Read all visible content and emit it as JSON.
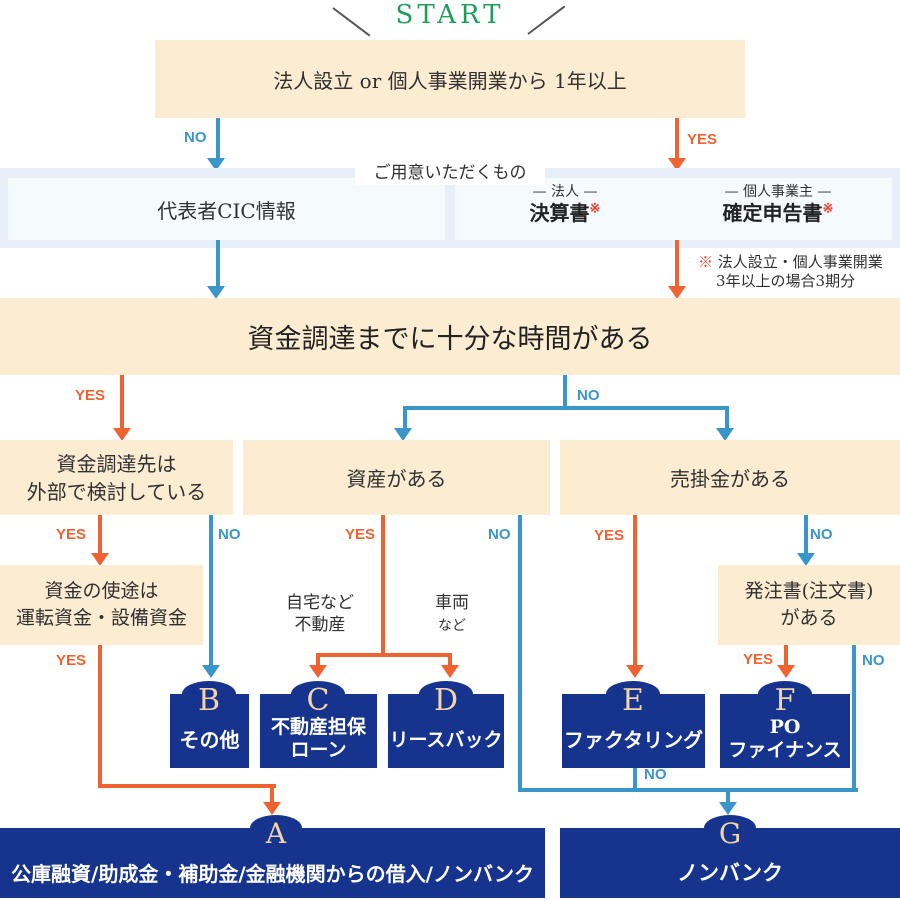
{
  "start_label": "START",
  "labels": {
    "yes": "YES",
    "no": "NO"
  },
  "q1": "法人設立 or 個人事業開業から 1年以上",
  "prepare": {
    "title": "ご用意いただくもの",
    "cic": "代表者CIC情報",
    "corp_tag": "— 法人 —",
    "corp_doc": "決算書",
    "indiv_tag": "— 個人事業主 —",
    "indiv_doc": "確定申告書",
    "mark": "※"
  },
  "note": {
    "mark": "※",
    "line1": "法人設立・個人事業開業",
    "line2": "3年以上の場合3期分"
  },
  "q2": "資金調達までに十分な時間がある",
  "q3": {
    "line1": "資金調達先は",
    "line2": "外部で検討している"
  },
  "q4": "資産がある",
  "q5": "売掛金がある",
  "q6": {
    "line1": "資金の使途は",
    "line2": "運転資金・設備資金"
  },
  "q7": {
    "line1": "発注書(注文書)",
    "line2": "がある"
  },
  "branch_c": {
    "line1": "自宅など",
    "line2": "不動産"
  },
  "branch_d": {
    "line1": "車両",
    "line2": "など"
  },
  "results": {
    "a": {
      "letter": "A",
      "label": "公庫融資/助成金・補助金/金融機関からの借入/ノンバンク"
    },
    "b": {
      "letter": "B",
      "label": "その他"
    },
    "c": {
      "letter": "C",
      "line1": "不動産担保",
      "line2": "ローン"
    },
    "d": {
      "letter": "D",
      "label": "リースバック"
    },
    "e": {
      "letter": "E",
      "label": "ファクタリング"
    },
    "f": {
      "letter": "F",
      "line1": "PO",
      "line2": "ファイナンス"
    },
    "g": {
      "letter": "G",
      "label": "ノンバンク"
    }
  },
  "colors": {
    "accent_orange": "#ef6333",
    "accent_blue": "#3a96c9",
    "navy": "#16338d",
    "cream": "#fbecd2",
    "band_blue": "#e7eff8",
    "start_green": "#1d9e59",
    "note_red": "#e8402a",
    "letter_gold": "#f3d4a8"
  }
}
